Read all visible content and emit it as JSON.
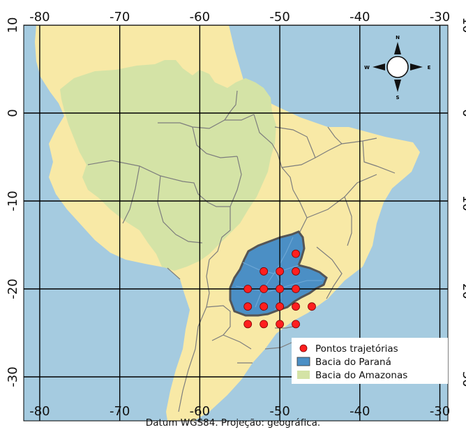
{
  "map": {
    "lon_ticks": [
      "-80",
      "-70",
      "-60",
      "-50",
      "-40",
      "-30"
    ],
    "lat_ticks": [
      "10",
      "0",
      "-10",
      "-20",
      "-30"
    ],
    "lon_values": [
      -80,
      -70,
      -60,
      -50,
      -40,
      -30
    ],
    "lat_values": [
      10,
      0,
      -10,
      -20,
      -30
    ],
    "extent": {
      "lon_min": -82,
      "lon_max": -29,
      "lat_min": -35,
      "lat_max": 10
    },
    "colors": {
      "ocean": "#a5cbe0",
      "land": "#f8e9a6",
      "amazon": "#d4e3a6",
      "parana": "#4b8fc5",
      "point": "#ff1f1f",
      "grid": "#000000"
    }
  },
  "compass": {
    "north": "N",
    "south": "S",
    "east": "E",
    "west": "W"
  },
  "points": [
    {
      "lon": -48,
      "lat": -16
    },
    {
      "lon": -52,
      "lat": -18
    },
    {
      "lon": -50,
      "lat": -18
    },
    {
      "lon": -48,
      "lat": -18
    },
    {
      "lon": -54,
      "lat": -20
    },
    {
      "lon": -52,
      "lat": -20
    },
    {
      "lon": -50,
      "lat": -20
    },
    {
      "lon": -48,
      "lat": -20
    },
    {
      "lon": -54,
      "lat": -22
    },
    {
      "lon": -52,
      "lat": -22
    },
    {
      "lon": -50,
      "lat": -22
    },
    {
      "lon": -48,
      "lat": -22
    },
    {
      "lon": -46,
      "lat": -22
    },
    {
      "lon": -54,
      "lat": -24
    },
    {
      "lon": -52,
      "lat": -24
    },
    {
      "lon": -50,
      "lat": -24
    },
    {
      "lon": -48,
      "lat": -24
    }
  ],
  "legend": {
    "items": [
      {
        "label": "Pontos trajetórias",
        "symbol": "point"
      },
      {
        "label": "Bacia do Paraná",
        "symbol": "parana"
      },
      {
        "label": "Bacia do Amazonas",
        "symbol": "amazon"
      }
    ]
  },
  "caption": "Datum WGS84. Projeção: geográfica."
}
